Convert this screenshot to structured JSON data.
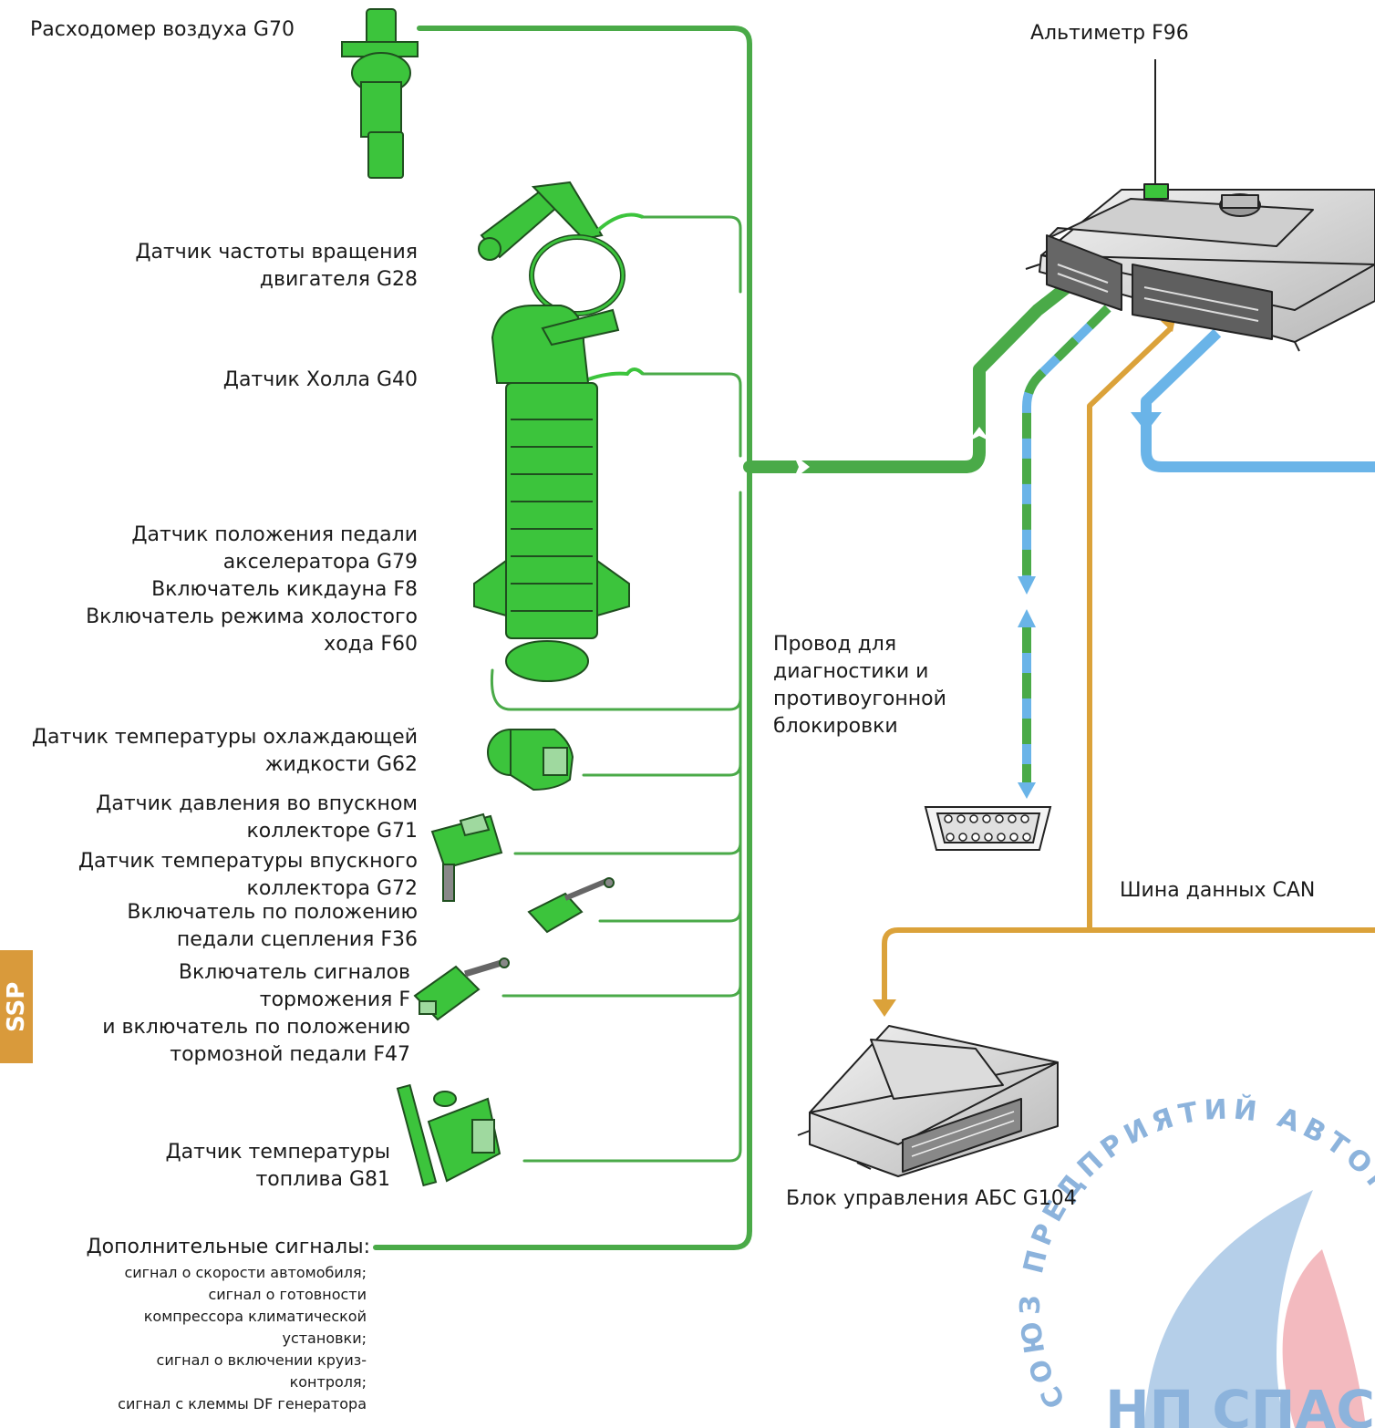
{
  "sensors": {
    "air_flow": [
      "Расходомер воздуха G70"
    ],
    "rpm": [
      "Датчик частоты вращения",
      "двигателя G28"
    ],
    "hall": [
      "Датчик Холла G40"
    ],
    "pedal": [
      "Датчик положения педали",
      "акселератора G79",
      "Включатель кикдауна F8",
      "Включатель режима холостого",
      "хода F60"
    ],
    "coolant": [
      "Датчик температуры охлаждающей",
      "жидкости G62"
    ],
    "manifold_pressure": [
      "Датчик давления во впускном",
      "коллекторе G71"
    ],
    "intake_temp": [
      "Датчик температуры впускного",
      "коллектора G72"
    ],
    "clutch": [
      "Включатель по положению",
      "педали сцепления F36"
    ],
    "brake": [
      "Включатель сигналов",
      "торможения F",
      "и включатель по положению",
      "тормозной педали F47"
    ],
    "fuel_temp": [
      "Датчик температуры",
      "топлива G81"
    ]
  },
  "extra_signals": {
    "title": "Дополнительные сигналы:",
    "items": [
      "сигнал о скорости автомобиля;",
      "сигнал о готовности",
      "компрессора климатической",
      "установки;",
      "сигнал о включении круиз-",
      "контроля;",
      "сигнал с клеммы DF генератора"
    ]
  },
  "altimeter": "Альтиметр F96",
  "diag_wire": [
    "Провод для",
    "диагностики и",
    "противоугонной",
    "блокировки"
  ],
  "can_bus": "Шина данных CAN",
  "abs_unit": "Блок управления АБС G104",
  "side_tab": "SSP",
  "watermark": {
    "ring_text": "СОЮЗ ПРЕДПРИЯТИЙ АВТОМОБИЛЬНОГО СЕРВИСА",
    "logo": "НП СПАС"
  },
  "colors": {
    "sensor_wire": "#4aaa48",
    "diag_green": "#4aaa48",
    "diag_blue": "#6ab4e8",
    "can_bus": "#dba23a",
    "output_blue": "#6ab4e8",
    "component_green": "#3cc43c",
    "ecu_gray": "#d8d8d8",
    "side_tab": "#d99a3b"
  }
}
